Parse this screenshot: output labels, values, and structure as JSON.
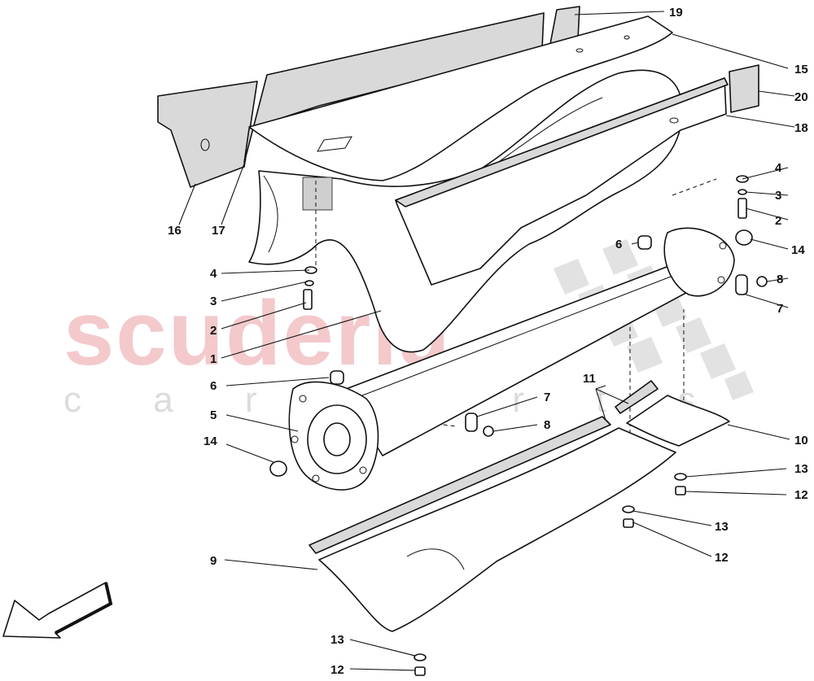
{
  "watermark": {
    "brand": "scuderia",
    "sub": "c a r p a r t s",
    "brand_color": "#f3c9cc"
  },
  "callouts": [
    {
      "id": "c1",
      "text": "1"
    },
    {
      "id": "c2a",
      "text": "2"
    },
    {
      "id": "c2b",
      "text": "2"
    },
    {
      "id": "c3a",
      "text": "3"
    },
    {
      "id": "c3b",
      "text": "3"
    },
    {
      "id": "c4a",
      "text": "4"
    },
    {
      "id": "c4b",
      "text": "4"
    },
    {
      "id": "c5",
      "text": "5"
    },
    {
      "id": "c6a",
      "text": "6"
    },
    {
      "id": "c6b",
      "text": "6"
    },
    {
      "id": "c7a",
      "text": "7"
    },
    {
      "id": "c7b",
      "text": "7"
    },
    {
      "id": "c8a",
      "text": "8"
    },
    {
      "id": "c8b",
      "text": "8"
    },
    {
      "id": "c9",
      "text": "9"
    },
    {
      "id": "c10",
      "text": "10"
    },
    {
      "id": "c11",
      "text": "11"
    },
    {
      "id": "c12a",
      "text": "12"
    },
    {
      "id": "c12b",
      "text": "12"
    },
    {
      "id": "c12c",
      "text": "12"
    },
    {
      "id": "c13a",
      "text": "13"
    },
    {
      "id": "c13b",
      "text": "13"
    },
    {
      "id": "c13c",
      "text": "13"
    },
    {
      "id": "c14a",
      "text": "14"
    },
    {
      "id": "c14b",
      "text": "14"
    },
    {
      "id": "c15",
      "text": "15"
    },
    {
      "id": "c16",
      "text": "16"
    },
    {
      "id": "c17",
      "text": "17"
    },
    {
      "id": "c18",
      "text": "18"
    },
    {
      "id": "c19",
      "text": "19"
    },
    {
      "id": "c20",
      "text": "20"
    }
  ]
}
